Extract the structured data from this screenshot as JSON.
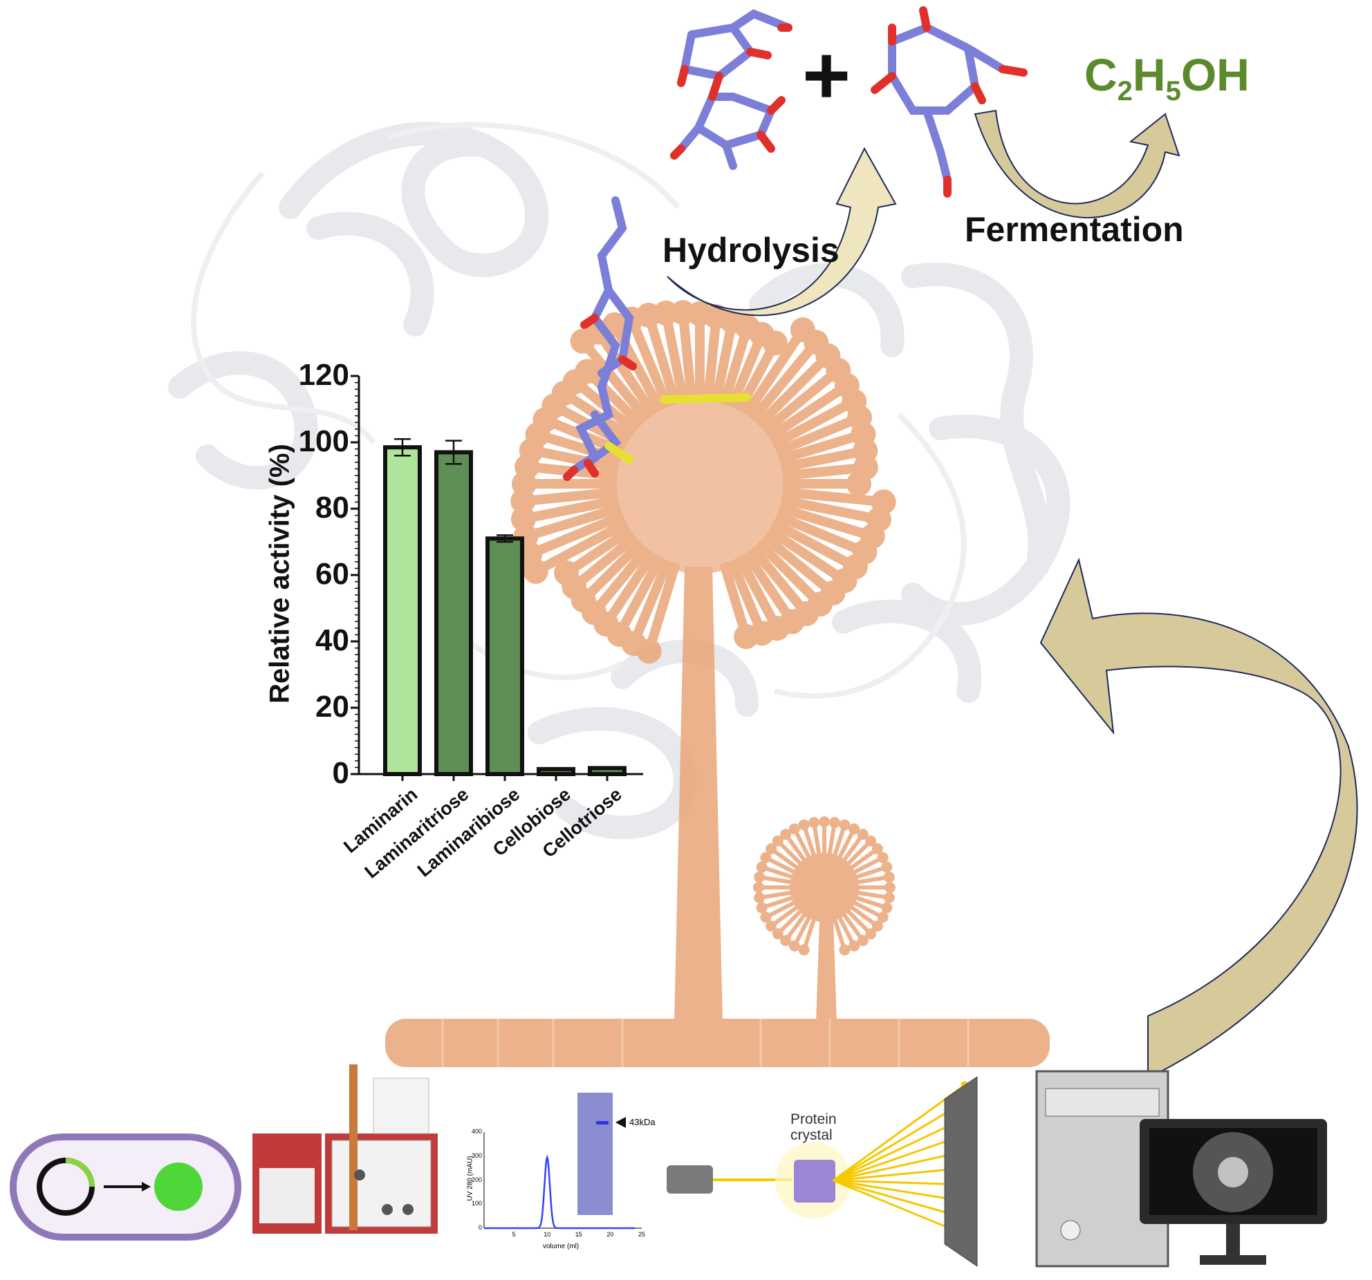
{
  "products": {
    "ethanol_formula": {
      "c": "C",
      "c_sub": "2",
      "h": "H",
      "h_sub": "5",
      "oh": "OH"
    },
    "hydrolysis_label": "Hydrolysis",
    "fermentation_label": "Fermentation",
    "plus_sign": "+"
  },
  "colors": {
    "ethanol_green": "#5b8a2c",
    "carbon": "#7b7fd8",
    "oxygen": "#e0302a",
    "ligand_yellow": "#e8e030",
    "fungus": "#e9a577",
    "arrow_fill": "#d6c99a",
    "bar_light": "#aee59a",
    "bar_dark": "#5f8f55"
  },
  "chart_data": {
    "type": "bar",
    "title": "",
    "xlabel": "",
    "ylabel": "Relative activity (%)",
    "ylim": [
      0,
      120
    ],
    "yticks": [
      "0",
      "20",
      "40",
      "60",
      "80",
      "100",
      "120"
    ],
    "categories": [
      "Laminarin",
      "Laminaritriose",
      "Laminaribiose",
      "Cellobiose",
      "Cellotriose"
    ],
    "values": [
      98.5,
      97,
      71,
      1.5,
      1.8
    ],
    "errors": [
      2.5,
      3.5,
      1.0,
      0.3,
      0.3
    ],
    "bar_colors": [
      "#aee59a",
      "#5f8f55",
      "#5f8f55",
      "#5f8f55",
      "#5f8f55"
    ]
  },
  "workflow": {
    "chromatogram": {
      "ylabel": "UV 280 (mAU)",
      "xlabel": "volume (ml)",
      "yticks": [
        "0",
        "100",
        "200",
        "300",
        "400"
      ],
      "xticks": [
        "5",
        "10",
        "15",
        "20",
        "25"
      ],
      "peak_volume_ml": 10,
      "peak_height_mau": 295,
      "gel_band_label": "43kDa"
    },
    "crystal_label_line1": "Protein",
    "crystal_label_line2": "crystal"
  }
}
